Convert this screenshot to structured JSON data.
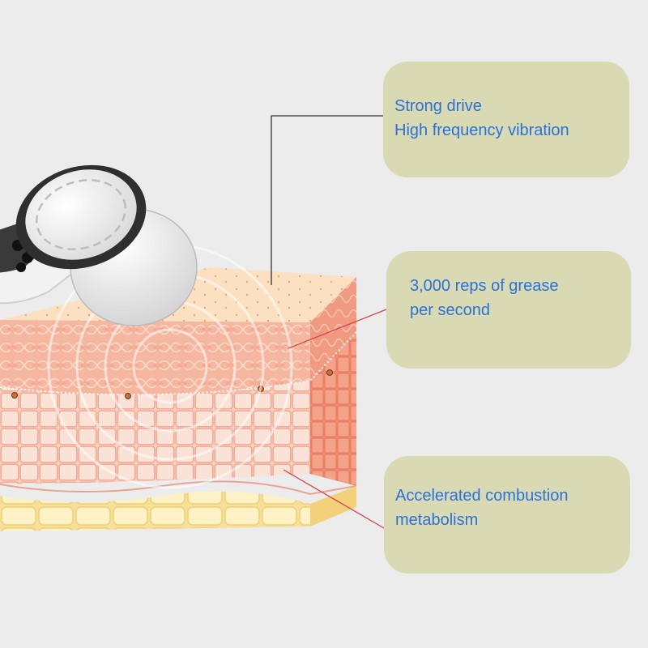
{
  "callouts": [
    {
      "lines": [
        "Strong drive",
        "High frequency vibration"
      ]
    },
    {
      "lines": [
        "3,000 reps of grease",
        "per second"
      ]
    },
    {
      "lines": [
        "Accelerated combustion",
        "metabolism"
      ]
    }
  ],
  "colors": {
    "background": "#ececed",
    "callout_fill": "#d9d9b3",
    "callout_text": "#2a72d9",
    "leader_dark": "#333333",
    "leader_red": "#d8434b",
    "skin_surface": "#f9dcb8",
    "dermis": "#f2aa92",
    "fat": "#fbeaa8"
  },
  "icons": {
    "device": "handheld-massager-icon",
    "tissue": "skin-cross-section"
  }
}
